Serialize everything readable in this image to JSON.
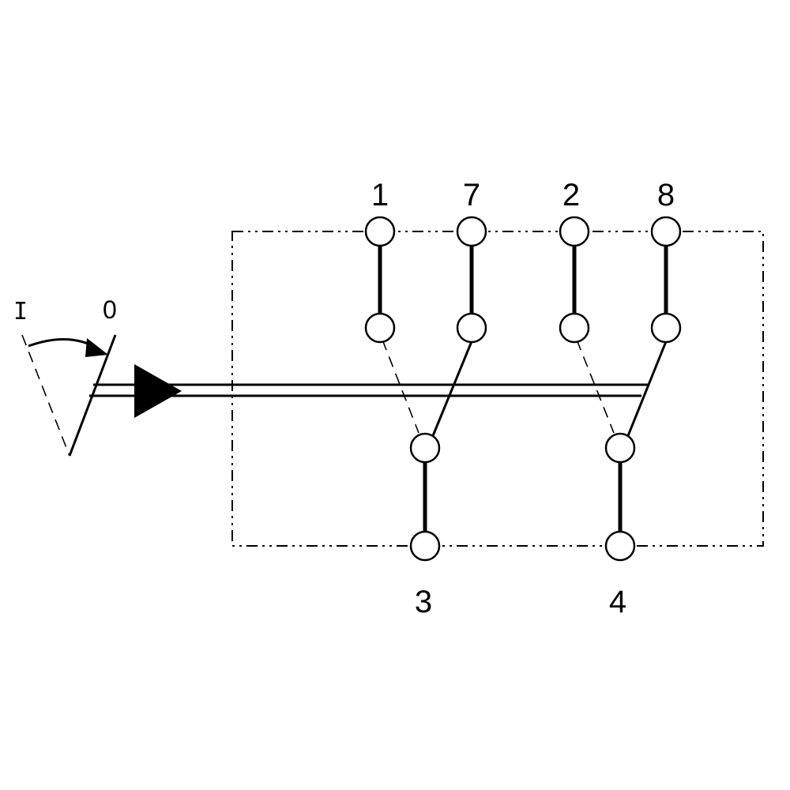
{
  "actuator": {
    "position_on_label": "I",
    "position_off_label": "0"
  },
  "terminals": {
    "top": [
      "1",
      "7",
      "2",
      "8"
    ],
    "bottom": [
      "3",
      "4"
    ]
  }
}
